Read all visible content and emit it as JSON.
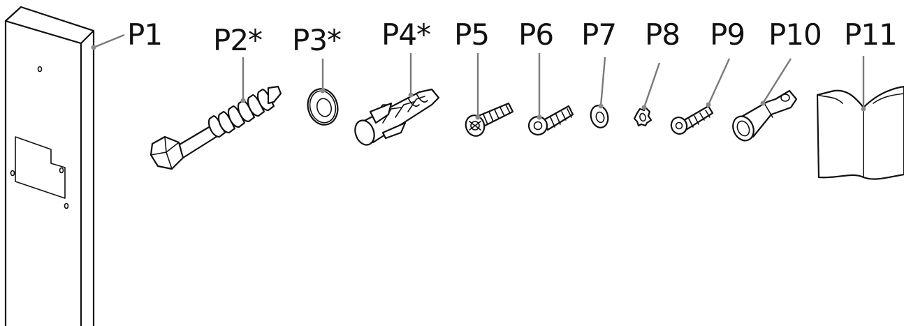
{
  "parts": [
    {
      "id": "p1",
      "label": "P1",
      "icon": "pillar-post-icon"
    },
    {
      "id": "p2",
      "label": "P2*",
      "icon": "hex-lag-screw-icon"
    },
    {
      "id": "p3",
      "label": "P3*",
      "icon": "flat-washer-icon"
    },
    {
      "id": "p4",
      "label": "P4*",
      "icon": "wall-plug-icon"
    },
    {
      "id": "p5",
      "label": "P5",
      "icon": "countersunk-screw-icon"
    },
    {
      "id": "p6",
      "label": "P6",
      "icon": "socket-head-screw-icon"
    },
    {
      "id": "p7",
      "label": "P7",
      "icon": "small-washer-icon"
    },
    {
      "id": "p8",
      "label": "P8",
      "icon": "lock-washer-icon"
    },
    {
      "id": "p9",
      "label": "P9",
      "icon": "small-screw-icon"
    },
    {
      "id": "p10",
      "label": "P10",
      "icon": "cable-lug-icon"
    },
    {
      "id": "p11",
      "label": "P11",
      "icon": "folded-sheet-icon"
    }
  ]
}
